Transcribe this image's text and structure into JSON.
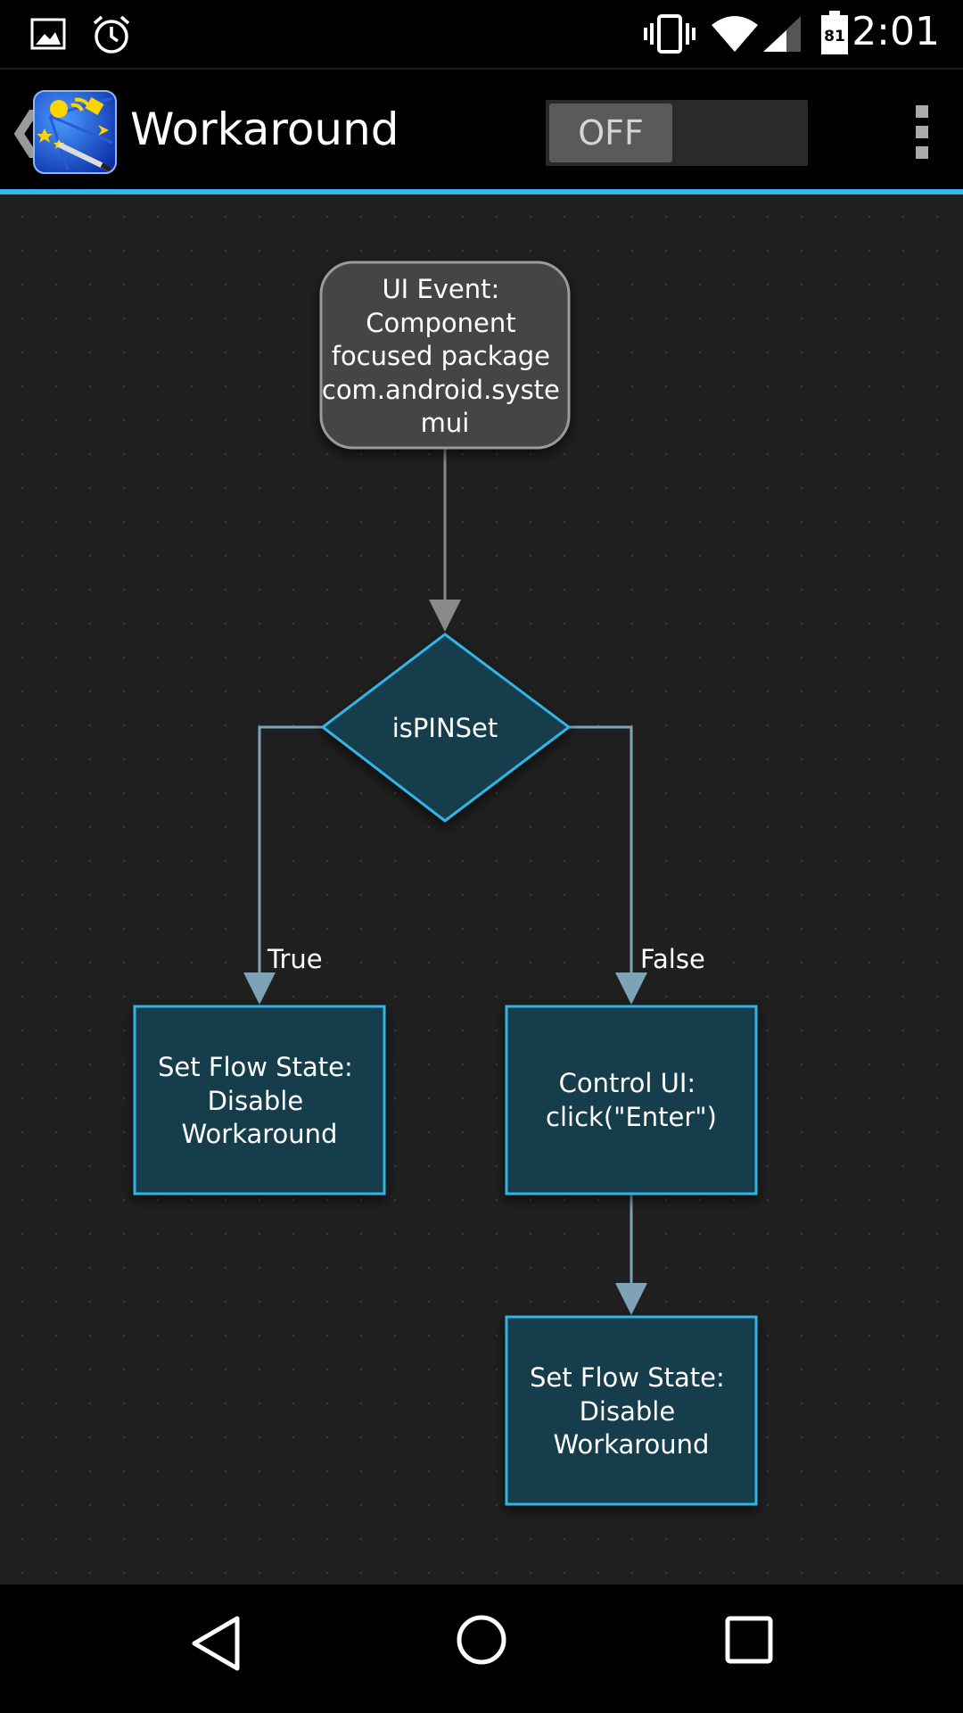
{
  "status_bar": {
    "time": "2:01",
    "battery_level": "81",
    "icons": [
      "image-icon",
      "alarm-icon",
      "vibrate-icon",
      "wifi-icon",
      "signal-icon",
      "battery-icon"
    ]
  },
  "action_bar": {
    "title": "Workaround",
    "toggle_label": "OFF",
    "accent_color": "#33b5e5"
  },
  "flow": {
    "trigger": {
      "lines": [
        "UI Event:",
        "Component",
        "focused package",
        "com.android.syste",
        "mui"
      ]
    },
    "decision": {
      "label": "isPINSet"
    },
    "true_label": "True",
    "false_label": "False",
    "true_action": {
      "lines": [
        "Set Flow State:",
        "Disable",
        "Workaround"
      ]
    },
    "false_action": {
      "lines": [
        "Control UI:",
        "click(\"Enter\")"
      ]
    },
    "final_action": {
      "lines": [
        "Set Flow State:",
        "Disable",
        "Workaround"
      ]
    }
  },
  "nav_bar": {
    "icons": [
      "back-icon",
      "home-icon",
      "recents-icon"
    ]
  }
}
